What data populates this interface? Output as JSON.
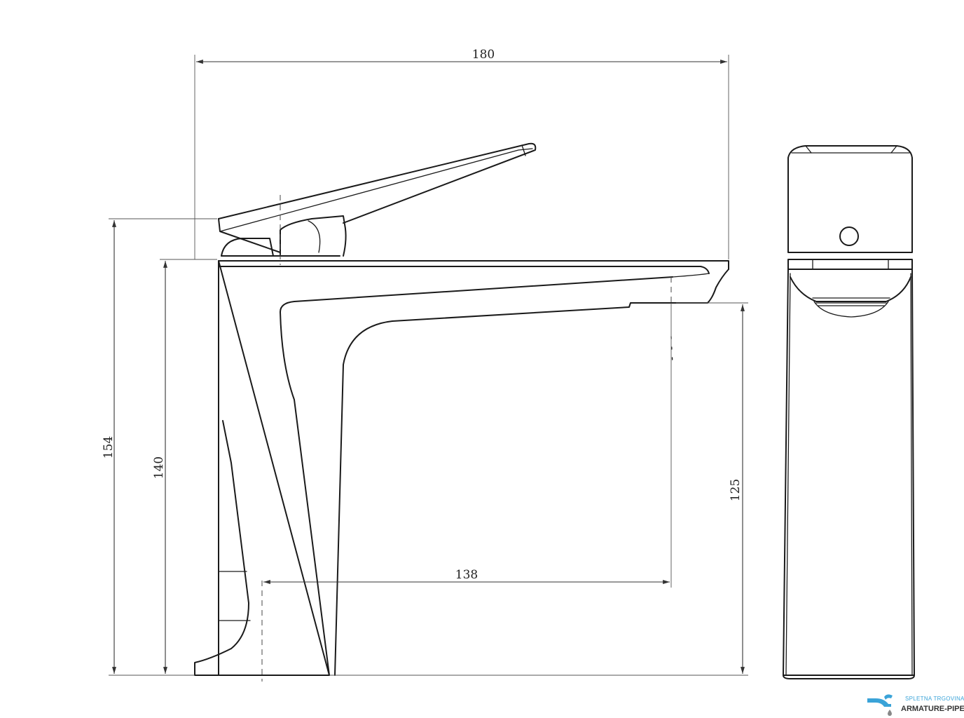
{
  "dimensions": {
    "overall_width": "180",
    "height_to_lever": "154",
    "height_to_top": "140",
    "spout_height": "125",
    "spout_reach": "138"
  },
  "logo": {
    "tagline": "SPLETNA TRGOVINA",
    "site": "ARMATURE-PIPE.SI",
    "icon": "faucet-drop-icon",
    "accent_color": "#3aa3d8"
  }
}
